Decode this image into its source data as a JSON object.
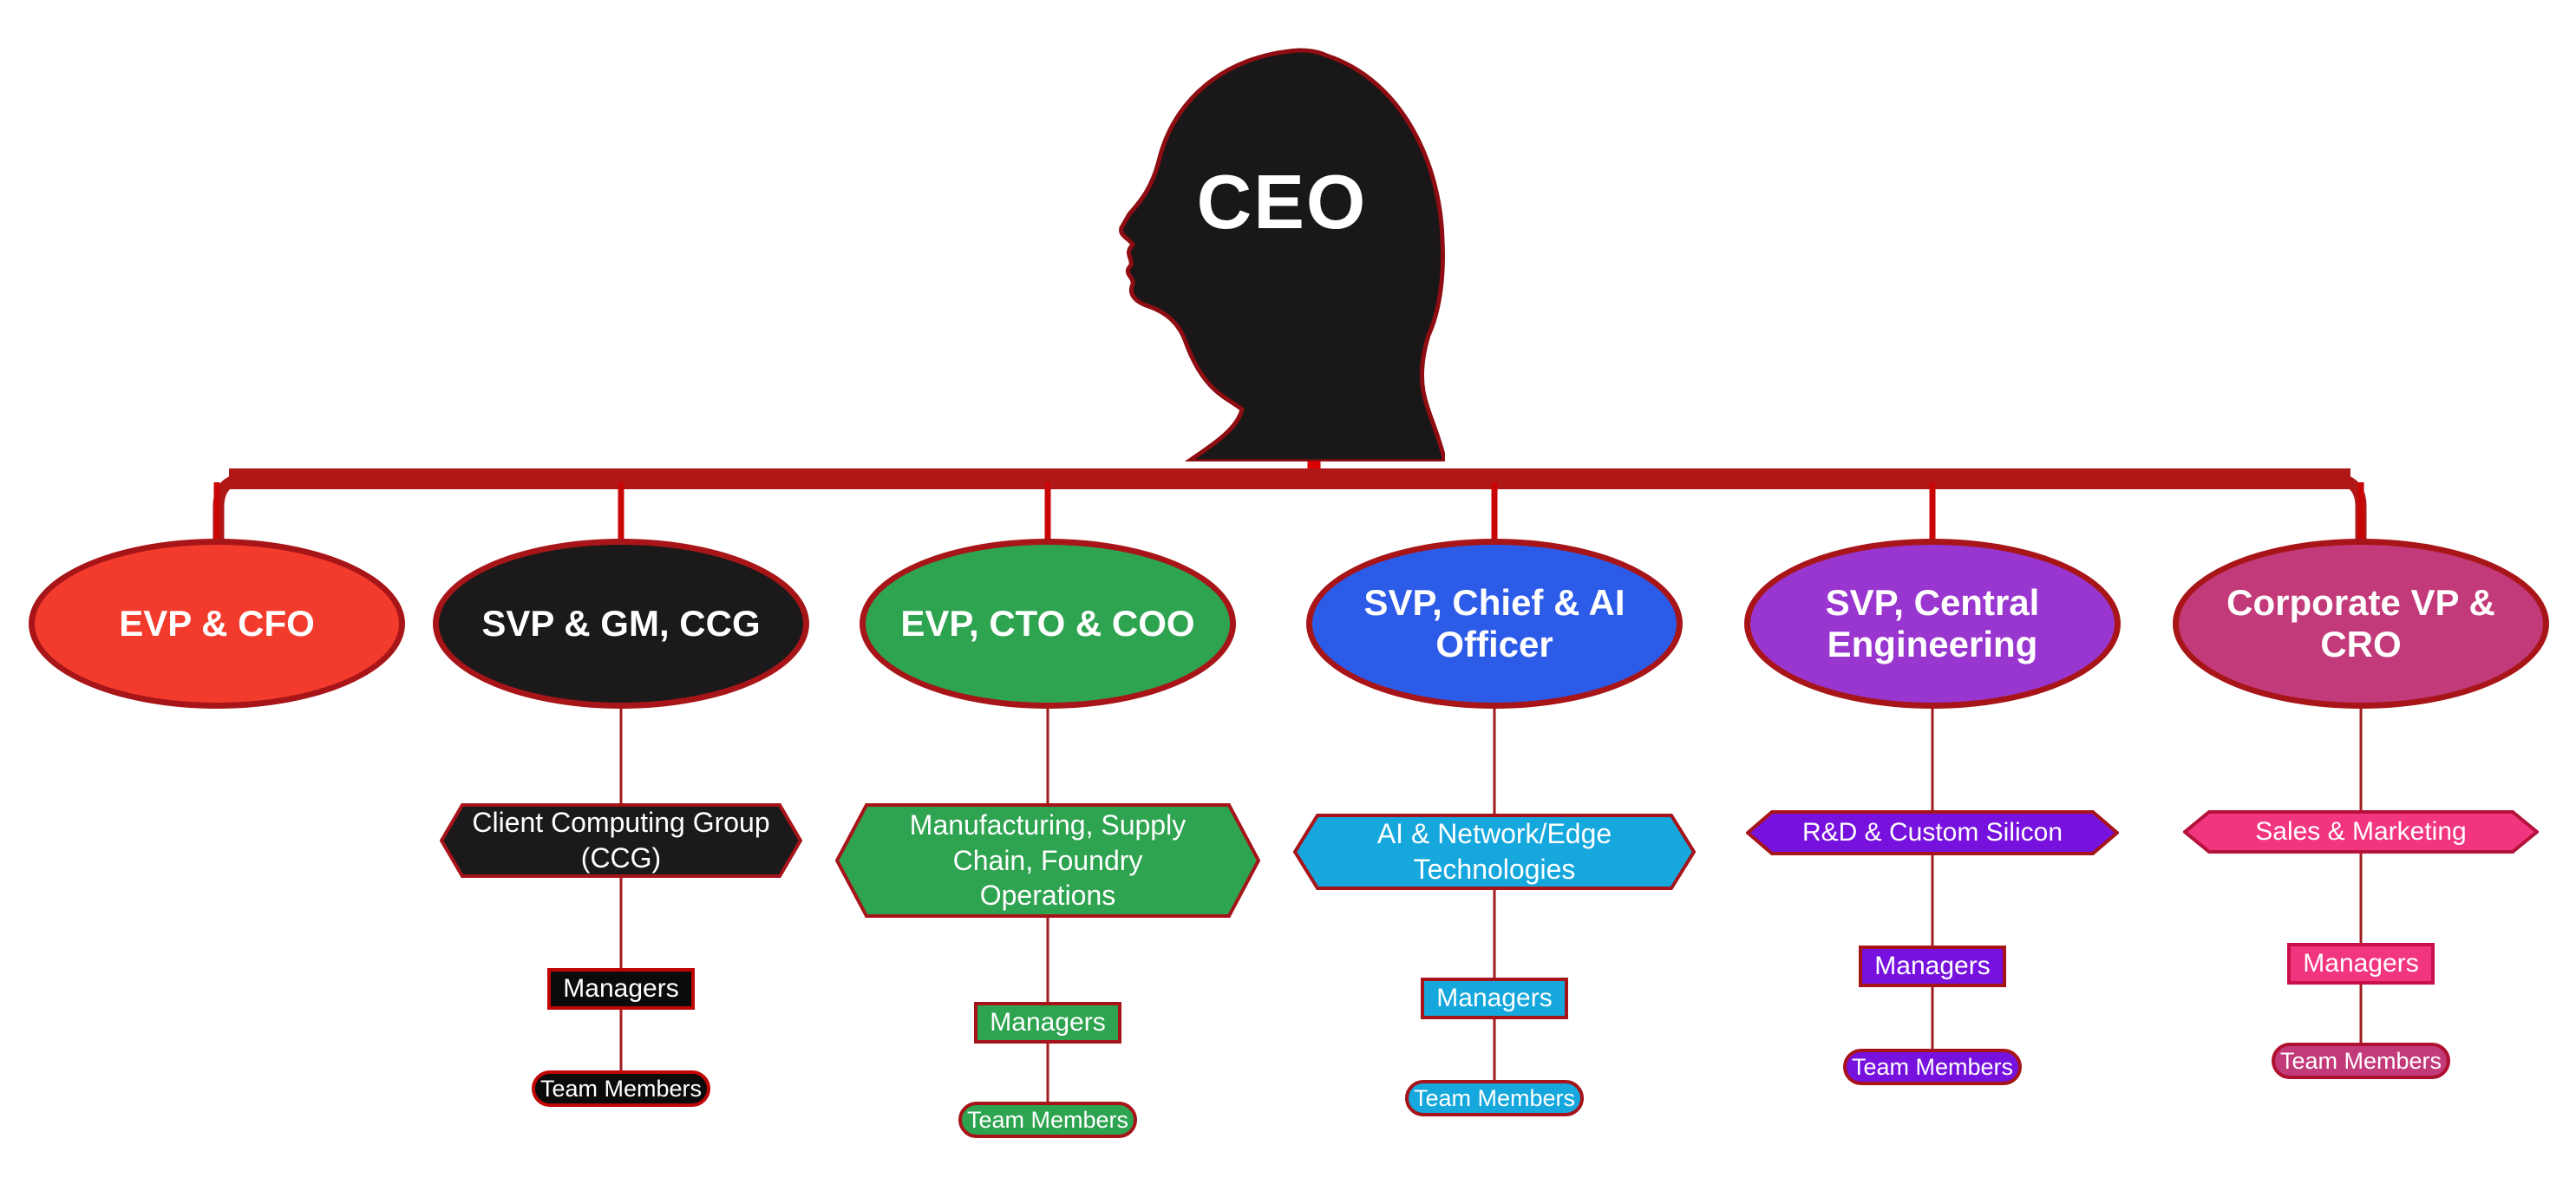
{
  "root": {
    "title": "CEO",
    "silhouette_color": "#1A1718"
  },
  "connector": {
    "trunk_color": "#B01818",
    "drop_color": "#C90606",
    "stub_color": "#DE0000",
    "line_color": "#A01B1E"
  },
  "branches": [
    {
      "title": "EVP & CFO",
      "ellipse_color": "#F23B2C"
    },
    {
      "title": "SVP & GM, CCG",
      "ellipse_color": "#1B191A",
      "department": "Client Computing Group (CCG)",
      "dept_color": "#1B191A",
      "managers": "Managers",
      "team": "Team Members",
      "node_color": "#0C0B0C",
      "team_color": "#0C0B0C"
    },
    {
      "title": "EVP, CTO & COO",
      "ellipse_color": "#2EA350",
      "department": "Manufacturing, Supply Chain, Foundry Operations",
      "dept_color": "#2EA350",
      "managers": "Managers",
      "team": "Team Members",
      "node_color": "#2EA350",
      "team_color": "#2EA350"
    },
    {
      "title": "SVP, Chief  & AI Officer",
      "ellipse_color": "#2C5BE8",
      "department": "AI & Network/Edge Technologies",
      "dept_color": "#16A7DC",
      "managers": "Managers",
      "team": "Team Members",
      "node_color": "#16A7DC",
      "team_color": "#16A7DC"
    },
    {
      "title": "SVP, Central Engineering",
      "ellipse_color": "#9836CF",
      "department": "R&D & Custom Silicon",
      "dept_color": "#7711DD",
      "managers": "Managers",
      "team": "Team Members",
      "node_color": "#7711DD",
      "team_color": "#7711DD"
    },
    {
      "title": "Corporate VP & CRO",
      "ellipse_color": "#C23A79",
      "department": "Sales & Marketing",
      "dept_color": "#F1357F",
      "managers": "Managers",
      "team": "Team Members",
      "node_color": "#F1357F",
      "team_color": "#C23A79"
    }
  ]
}
